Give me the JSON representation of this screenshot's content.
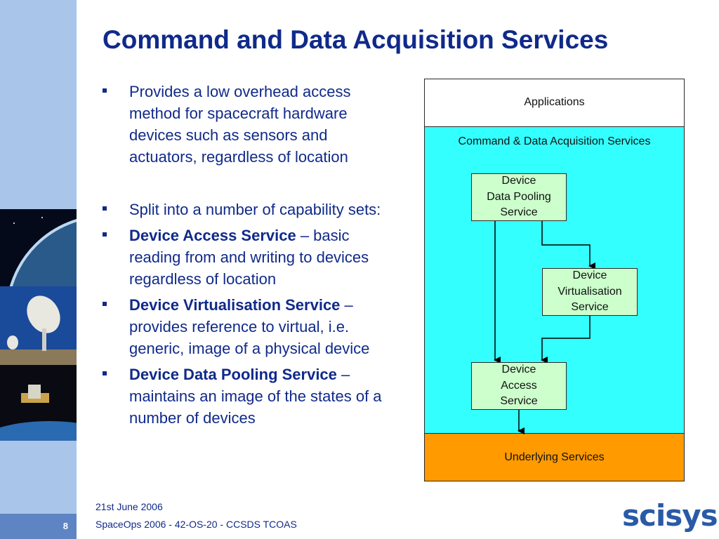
{
  "slide": {
    "title": "Command and Data Acquisition Services",
    "page_number": "8"
  },
  "bullets": [
    {
      "bold": "",
      "text": "Provides a low overhead access method for spacecraft hardware devices such as sensors and actuators, regardless of location"
    },
    {
      "bold": "",
      "text": "Split into a number of capability sets:"
    },
    {
      "bold": "Device Access Service",
      "text": " – basic reading from and writing to devices regardless of location"
    },
    {
      "bold": "Device Virtualisation Service",
      "text": " – provides reference to virtual, i.e. generic, image of a physical device"
    },
    {
      "bold": "Device Data Pooling Service",
      "text": " – maintains an image of  the states of a number of devices"
    }
  ],
  "diagram": {
    "applications": "Applications",
    "cda_title": "Command & Data Acquisition Services",
    "data_pooling": "Device\nData Pooling\nService",
    "virtualisation": "Device\nVirtualisation\nService",
    "access": "Device\nAccess\nService",
    "underlying": "Underlying Services",
    "colors": {
      "applications": "#ffffff",
      "cda": "#33ffff",
      "service": "#ccffcc",
      "underlying": "#ff9a00"
    }
  },
  "footer": {
    "date": "21st June 2006",
    "conference": "SpaceOps 2006 - 42-OS-20 - CCSDS TCOAS",
    "logo": "scisys"
  },
  "icons": {
    "sidebar_photos": [
      "planet-photo-icon",
      "radio-dish-photo-icon",
      "satellite-photo-icon"
    ]
  }
}
